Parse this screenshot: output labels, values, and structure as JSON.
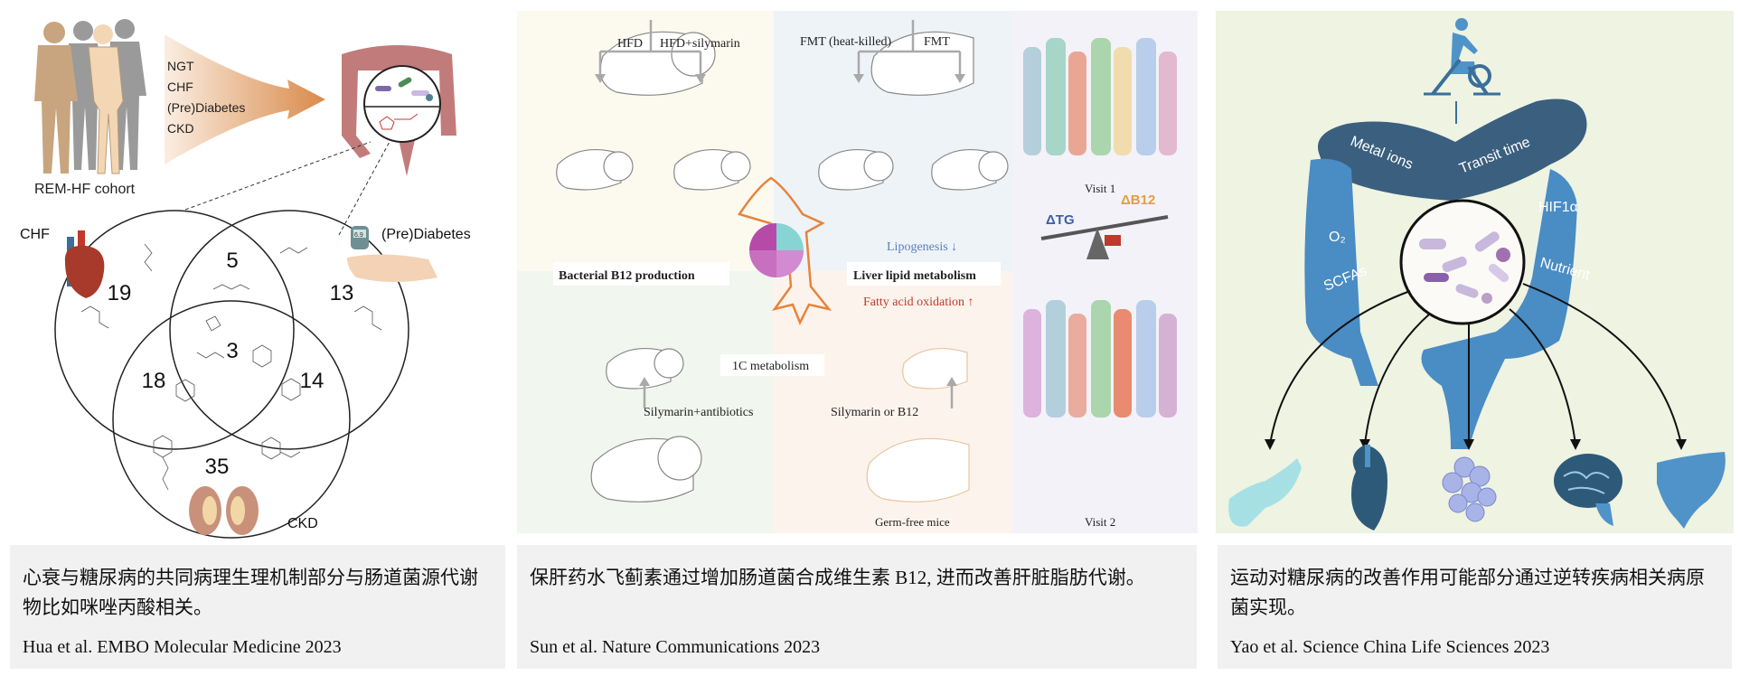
{
  "panels": [
    {
      "labels": {
        "cohort": "REM-HF cohort",
        "groups": [
          "NGT",
          "CHF",
          "(Pre)Diabetes",
          "CKD"
        ],
        "venn_chf": "CHF",
        "venn_diabetes": "(Pre)Diabetes",
        "venn_ckd": "CKD"
      },
      "venn_counts": {
        "chf_only": "19",
        "chf_diabetes": "5",
        "diabetes_only": "13",
        "all_three": "3",
        "chf_ckd": "18",
        "diabetes_ckd": "14",
        "ckd_only": "35"
      },
      "meter_reading": "6.9",
      "caption": "心衰与糖尿病的共同病理生理机制部分与肠道菌源代谢物比如咪唑丙酸相关。",
      "citation": "Hua et al. EMBO Molecular Medicine 2023"
    },
    {
      "labels": {
        "hfd": "HFD",
        "hfd_silymarin": "HFD+silymarin",
        "fmt_heat_killed": "FMT (heat-killed)",
        "fmt": "FMT",
        "bacterial_b12": "Bacterial B12 production",
        "liver_lipid": "Liver lipid metabolism",
        "lipogenesis": "Lipogenesis ↓",
        "fatty_acid": "Fatty acid oxidation ↑",
        "one_c": "1C metabolism",
        "silymarin_antibiotics": "Silymarin+antibiotics",
        "silymarin_or_b12": "Silymarin or B12",
        "germ_free": "Germ-free mice",
        "visit1": "Visit 1",
        "visit2": "Visit 2",
        "delta_tg": "ΔTG",
        "delta_b12": "ΔB12"
      },
      "colors": {
        "lipogenesis": "#5a7fc0",
        "fatty_acid": "#c0392b"
      },
      "caption": "保肝药水飞蓟素通过增加肠道菌合成维生素 B12, 进而改善肝脏脂肪代谢。",
      "citation": "Sun et al. Nature Communications 2023"
    },
    {
      "labels": {
        "metal_ions": "Metal ions",
        "transit_time": "Transit time",
        "o2": "O₂",
        "scfas": "SCFAs",
        "hif1a": "HIF1α",
        "nutrient": "Nutrient"
      },
      "organs": [
        "pancreas-icon",
        "heart-icon",
        "islet-cells-icon",
        "brain-icon",
        "liver-icon"
      ],
      "caption": "运动对糖尿病的改善作用可能部分通过逆转疾病相关病原菌实现。",
      "citation": "Yao et al. Science China Life Sciences 2023"
    }
  ]
}
